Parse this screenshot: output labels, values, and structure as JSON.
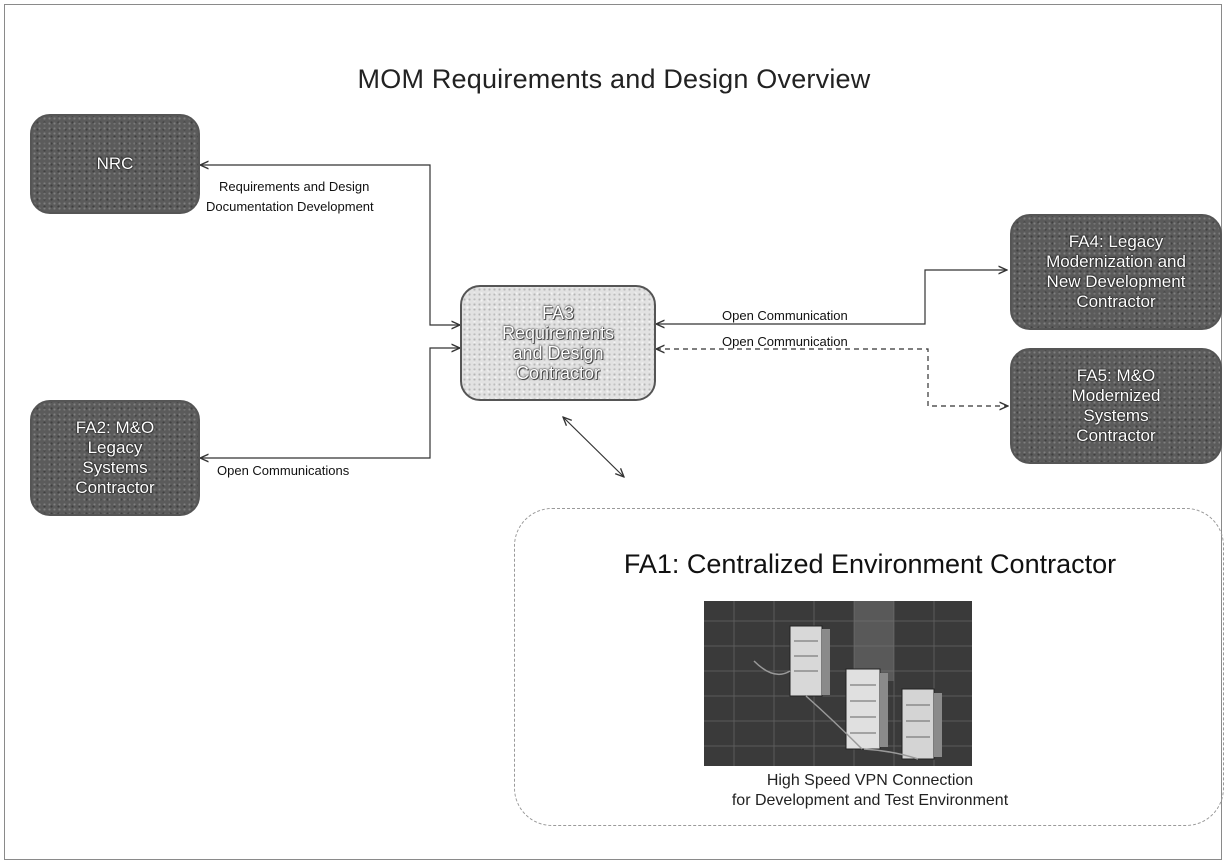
{
  "title": "MOM Requirements and Design Overview",
  "nodes": {
    "nrc": "NRC",
    "fa2": "FA2: M&O\nLegacy\nSystems\nContractor",
    "fa3": "FA3\nRequirements\nand Design\nContractor",
    "fa4": "FA4: Legacy\nModernization and\nNew Development\nContractor",
    "fa5": "FA5: M&O\nModernized\nSystems\nContractor"
  },
  "edges": {
    "nrc_fa3_line1": "Requirements and Design",
    "nrc_fa3_line2": "Documentation Development",
    "fa2_fa3": "Open Communications",
    "fa3_fa4": "Open Communication",
    "fa3_fa5": "Open Communication"
  },
  "fa1": {
    "title": "FA1: Centralized Environment Contractor",
    "caption": "High Speed VPN  Connection\nfor Development and Test Environment",
    "image": "server-towers-icon"
  },
  "colors": {
    "dark_node": "#5b5b5b",
    "light_node": "#e2e2e2",
    "line": "#333333"
  }
}
